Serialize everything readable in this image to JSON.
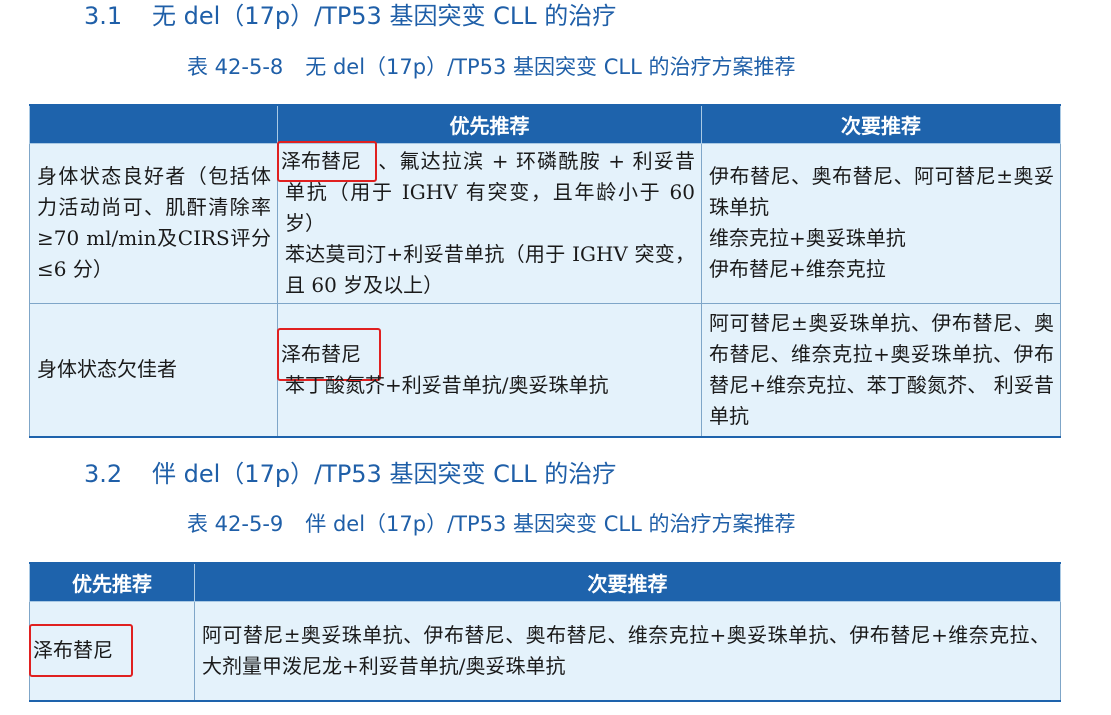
{
  "section1": {
    "number": "3.1",
    "title": "无 del（17p）/TP53 基因突变 CLL 的治疗",
    "caption_no": "表 42-5-8",
    "caption_text": "无 del（17p）/TP53 基因突变 CLL 的治疗方案推荐",
    "table": {
      "headers": [
        "",
        "优先推荐",
        "次要推荐"
      ],
      "rows": [
        {
          "group": "身体状态良好者（包括体力活动尚可、肌酐清除率≥70 ml/min及CIRS评分≤6 分）",
          "preferred_highlight": "泽布替尼",
          "preferred_rest": "、氟达拉滨 + 环磷酰胺 + 利妥昔单抗（用于 IGHV 有突变，且年龄小于 60 岁）",
          "preferred_line2": "苯达莫司汀+利妥昔单抗（用于 IGHV 突变，且 60 岁及以上）",
          "secondary": [
            "伊布替尼、奥布替尼、阿可替尼±奥妥珠单抗",
            "维奈克拉+奥妥珠单抗",
            "伊布替尼+维奈克拉"
          ]
        },
        {
          "group": "身体状态欠佳者",
          "preferred_highlight": "泽布替尼",
          "preferred_line2": "苯丁酸氮芥+利妥昔单抗/奥妥珠单抗",
          "secondary": [
            "阿可替尼±奥妥珠单抗、伊布替尼、奥布替尼、维奈克拉+奥妥珠单抗、伊布替尼+维奈克拉、苯丁酸氮芥、 利妥昔单抗"
          ]
        }
      ]
    }
  },
  "section2": {
    "number": "3.2",
    "title": "伴 del（17p）/TP53 基因突变 CLL 的治疗",
    "caption_no": "表 42-5-9",
    "caption_text": "伴 del（17p）/TP53 基因突变 CLL 的治疗方案推荐",
    "table": {
      "headers": [
        "优先推荐",
        "次要推荐"
      ],
      "rows": [
        {
          "preferred_highlight": "泽布替尼",
          "secondary": "阿可替尼±奥妥珠单抗、伊布替尼、奥布替尼、维奈克拉+奥妥珠单抗、伊布替尼+维奈克拉、大剂量甲泼尼龙+利妥昔单抗/奥妥珠单抗"
        }
      ]
    }
  },
  "colors": {
    "heading_blue": "#1f5fa8",
    "header_bg": "#1e63ac",
    "cell_bg": "#e4f2fb",
    "highlight_red": "#e02020"
  }
}
